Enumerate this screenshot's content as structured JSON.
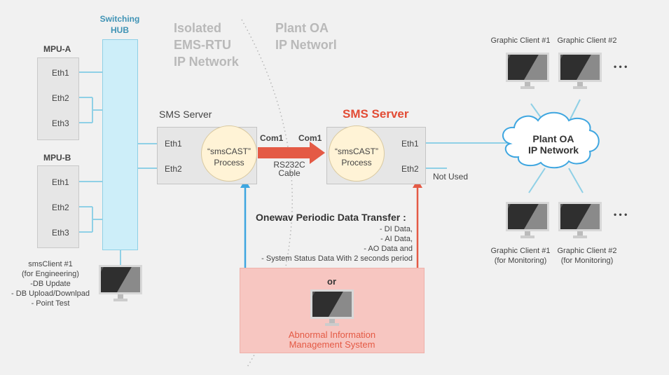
{
  "labels": {
    "hub": "Switching\nHUB",
    "mpu_a": "MPU-A",
    "mpu_b": "MPU-B",
    "eth1": "Eth1",
    "eth2": "Eth2",
    "eth3": "Eth3",
    "isolated": "Isolated\nEMS-RTU\nIP Network",
    "plant_oa_top": "Plant OA\nIP Networl",
    "sms_server_left": "SMS Server",
    "sms_server_right": "SMS Server",
    "process": "“smsCAST”\nProcess",
    "com1": "Com1",
    "rs232": "RS232C\nCable",
    "not_used": "Not Used",
    "cloud": "Plant OA\nIP Network",
    "gc1": "Graphic Client #1",
    "gc2": "Graphic Client #2",
    "gc1_mon": "Graphic Client #1\n(for Monitoring)",
    "gc2_mon": "Graphic Client #2\n(for Monitoring)",
    "dots": "• • •",
    "sms_client": "smsClient #1\n(for Engineering)\n-DB Update\n- DB Upload/Downlpad\n- Point Test",
    "transfer_title": "Onewav Periodic Data Transfer :",
    "transfer_items": "- DI Data,\n- AI Data,\n- AO Data and\n- System Status Data With 2 seconds period",
    "or": "or",
    "ams": "Abnormal Information\nManagement System"
  },
  "colors": {
    "blue": "#3ea6e0",
    "red": "#e45a45",
    "accent_red": "#e24b34",
    "hub_text": "#3f93b5",
    "grey_text": "#b9b9b9"
  }
}
